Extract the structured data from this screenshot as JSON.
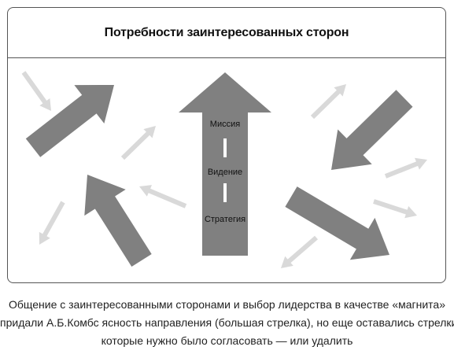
{
  "title": "Потребности заинтересованных сторон",
  "main_arrow": {
    "labels": [
      "Миссия",
      "Видение",
      "Стратегия"
    ]
  },
  "caption": {
    "line1": "Общение с заинтересованными сторонами и выбор лидерства в качестве «магнита»",
    "line2": "придали А.Б.Комбс ясность направления (большая стрелка), но еще оставались стрелки",
    "line3": "которые нужно было согласовать — или удалить"
  },
  "colors": {
    "dark_arrow": "#808080",
    "light_arrow": "#d9d9d9",
    "border": "#555555",
    "dash": "#ffffff"
  }
}
